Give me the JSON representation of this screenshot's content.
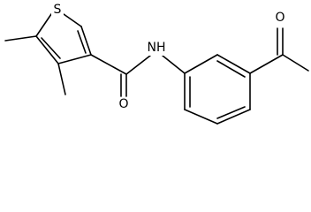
{
  "molecule": {
    "atoms": [
      {
        "id": "S",
        "label": "S"
      },
      {
        "id": "NH",
        "label": "NH"
      },
      {
        "id": "O1",
        "label": "O"
      },
      {
        "id": "O2",
        "label": "O"
      }
    ]
  },
  "colors": {
    "bond": "#000000",
    "background": "#ffffff"
  }
}
